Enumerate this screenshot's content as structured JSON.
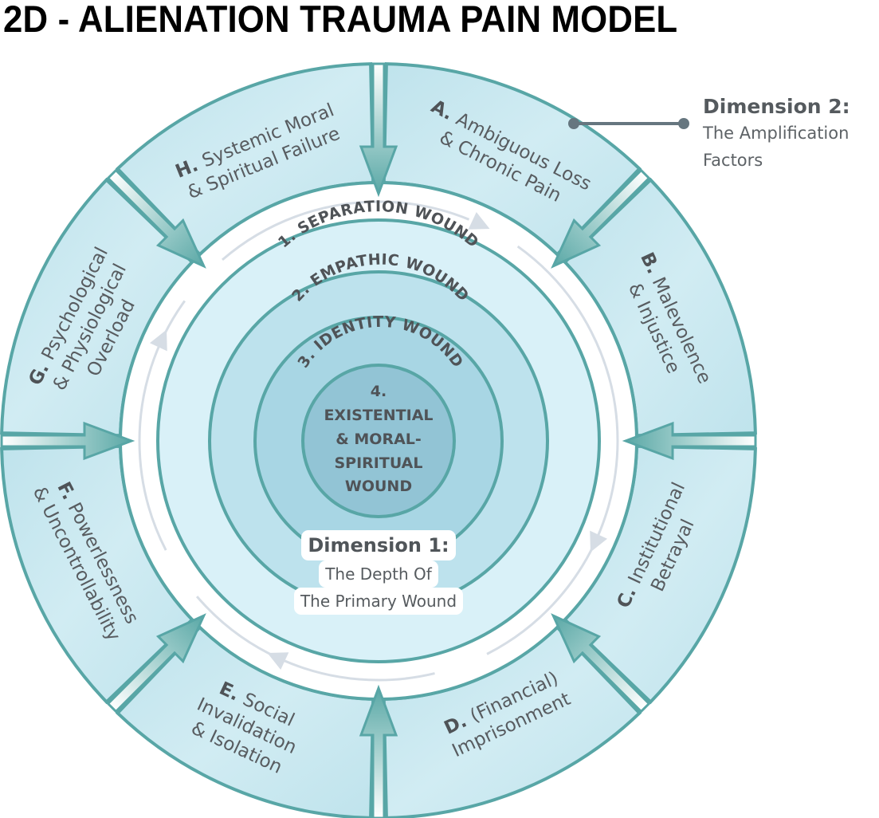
{
  "title": "2D - ALIENATION TRAUMA PAIN MODEL",
  "colors": {
    "teal_stroke": "#58a6a6",
    "outer_fill": "#c3e5ee",
    "ring1_fill": "#d9f1f8",
    "ring2_fill": "#bde2ed",
    "ring3_fill": "#a8d6e4",
    "core_fill": "#92c4d5",
    "cycle_arrow": "#d6dde5",
    "text": "#555a5e",
    "connector": "#66767f"
  },
  "dimension2": {
    "heading": "Dimension 2:",
    "line1": "The Amplification",
    "line2": "Factors"
  },
  "dimension1": {
    "heading": "Dimension 1:",
    "line1": "The Depth Of",
    "line2": "The Primary Wound"
  },
  "factors": [
    {
      "letter": "A.",
      "line1": "Ambiguous Loss",
      "line2": "& Chronic Pain"
    },
    {
      "letter": "B.",
      "line1": "Malevolence",
      "line2": "& Injustice"
    },
    {
      "letter": "C.",
      "line1": "Institutional",
      "line2": "Betrayal"
    },
    {
      "letter": "D.",
      "line1": "(Financial)",
      "line2": "Imprisonment"
    },
    {
      "letter": "E.",
      "line1": "Social",
      "line2": "Invalidation",
      "line3": "& Isolation"
    },
    {
      "letter": "F.",
      "line1": "Powerlessness",
      "line2": "& Uncontrollability"
    },
    {
      "letter": "G.",
      "line1": "Psychological",
      "line2": "& Physiological",
      "line3": "Overload"
    },
    {
      "letter": "H.",
      "line1": "Systemic Moral",
      "line2": "& Spiritual Failure"
    }
  ],
  "wounds": [
    {
      "label": "1. SEPARATION WOUND"
    },
    {
      "label": "2. EMPATHIC WOUND"
    },
    {
      "label": "3. IDENTITY WOUND"
    },
    {
      "line1": "4.",
      "line2": "EXISTENTIAL",
      "line3": "& MORAL-",
      "line4": "SPIRITUAL",
      "line5": "WOUND"
    }
  ]
}
